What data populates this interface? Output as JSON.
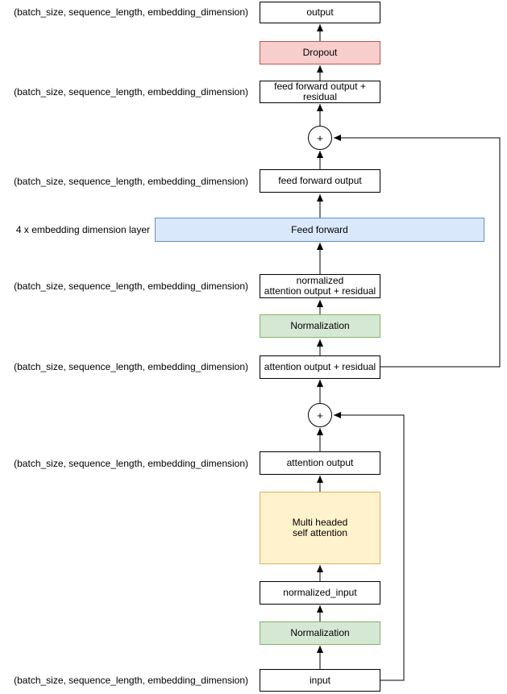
{
  "canvas": {
    "width": "629",
    "height": "861"
  },
  "nodes": {
    "output": {
      "label": "output"
    },
    "dropout": {
      "label": "Dropout"
    },
    "feed_forward_output_residual": {
      "label": "feed forward output +\nresidual"
    },
    "add_top": {
      "label": "+"
    },
    "feed_forward_output": {
      "label": "feed forward output"
    },
    "feed_forward": {
      "label": "Feed forward"
    },
    "normalized_attention_output_residual": {
      "label": "normalized\nattention output + residual"
    },
    "normalization_upper": {
      "label": "Normalization"
    },
    "attention_output_residual": {
      "label": "attention output + residual"
    },
    "add_bottom": {
      "label": "+"
    },
    "attention_output": {
      "label": "attention output"
    },
    "multi_headed_self_attention": {
      "label": "Multi headed\nself attention"
    },
    "normalized_input": {
      "label": "normalized_input"
    },
    "normalization_lower": {
      "label": "Normalization"
    },
    "input": {
      "label": "input"
    }
  },
  "side_labels": {
    "dims": "(batch_size, sequence_length, embedding_dimension)",
    "feed_forward_layer": "4 x embedding dimension layer"
  },
  "colors": {
    "dropout_fill": "#f8cecc",
    "dropout_border": "#b85450",
    "normalization_fill": "#d5e8d4",
    "normalization_border": "#82b366",
    "feed_forward_fill": "#dae8fc",
    "feed_forward_border": "#6c8ebf",
    "attention_fill": "#fff2cc",
    "attention_border": "#d6b656",
    "box_fill": "#ffffff",
    "line_color": "#000000"
  }
}
